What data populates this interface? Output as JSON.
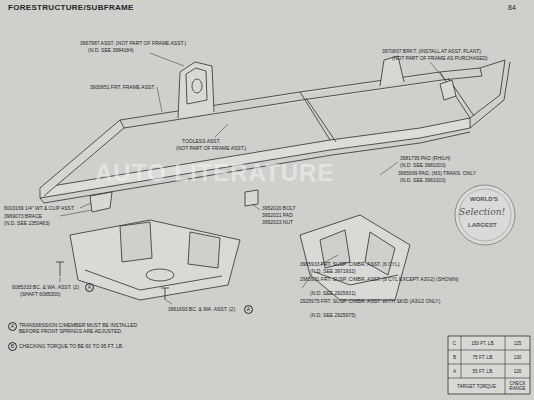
{
  "diagram": {
    "title": "FORESTRUCTURE/SUBFRAME",
    "labels": [
      "84",
      "3967987 ASST. (NOT PART OF FRAME ASST.)",
      "(N.D. SEE 3984184)",
      "3930851 FRT. FRAME ASST.",
      "3970897 BRKT. (INSTALL AT ASST. PLANT)",
      "(NOT PART OF FRAME AS PURCHASED)",
      "TOOLESS ASST.",
      "(NOT PART OF FRAME ASST.)",
      "6003169 1/4\" WT & CLIP ASST.",
      "3969073 BRACE",
      "(N.D. SEE 2350483)",
      "3981795 PAD (RH/LH)",
      "(N.D. SEE 3981003)",
      "3965699 PAD, (M3) TRANS. ONLY",
      "(N.D. SEE 3981003)",
      "3952020 BOLT",
      "3952021 PAD",
      "3952023 NUT",
      "6085333 BC. & WA. ASST. (2)",
      "A",
      "(SHAFT 6085300)",
      "3961693 BC. & WA. ASST. (2)",
      "A",
      "3965933 FRT. SUSP. C/MBR. ASST. (6 CYL)",
      "(N.D. SEE 3971932)",
      "2965931 FRT. SUSP. C/MBR. ASST. (8 CYL EXCEPT A3G2) (SHOWN)",
      "(N.D. SEE 2925931)",
      "2925975 FRT. SUSP. C/MBR. ASST. WITH SKID (A3G2 ONLY)",
      "(N.D. SEE 2925975)",
      "A",
      "TRANSMISSION C/MEMBER MUST BE INSTALLED BEFORE FRONT SPRINGS ARE ADJUSTED.",
      "B",
      "CHECKING TORQUE TO BE 60 TO 95 FT. LB.",
      "C",
      "150 FT. LB.",
      "125",
      "B",
      "75 FT. LB.",
      "130",
      "A",
      "55 FT. LB.",
      "120",
      "TARGET TORQUE",
      "CHECK RANGE",
      "AUTO LITERATURE",
      "WORLD'S",
      "Selection!",
      "LARGEST"
    ]
  }
}
